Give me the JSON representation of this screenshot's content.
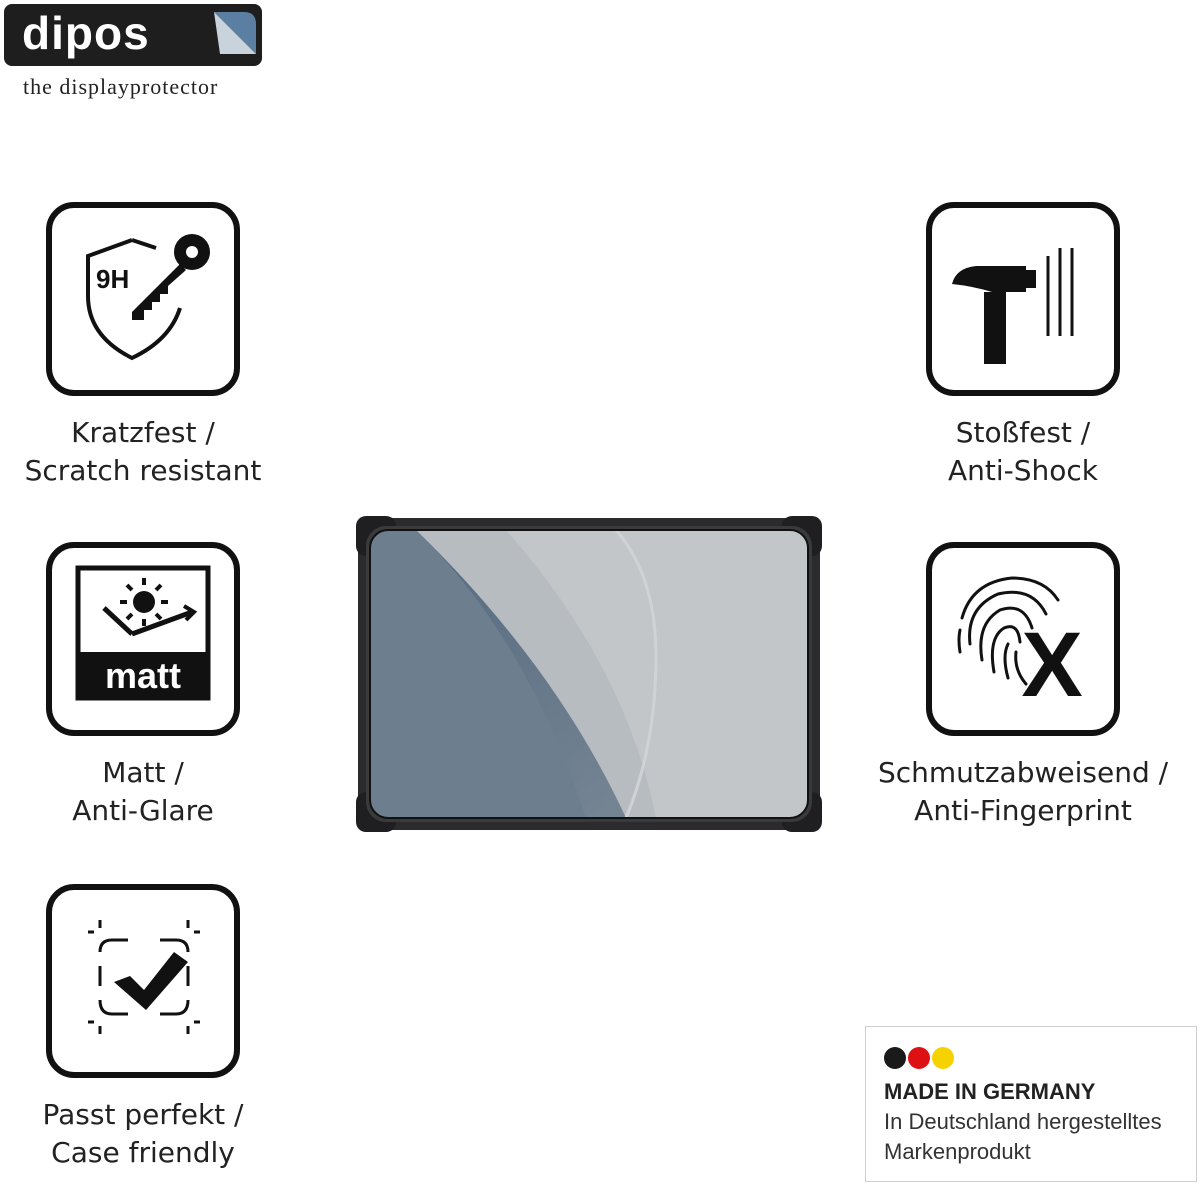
{
  "brand": {
    "name": "dipos",
    "tagline": "the displayprotector"
  },
  "features": {
    "scratch": {
      "icon": "shield-key-9h-icon",
      "badge": "9H",
      "line1": "Kratzfest /",
      "line2": "Scratch resistant"
    },
    "matt": {
      "icon": "sun-matt-icon",
      "badge": "matt",
      "line1": "Matt /",
      "line2": "Anti-Glare"
    },
    "case": {
      "icon": "checkmark-frame-icon",
      "line1": "Passt perfekt /",
      "line2": "Case friendly"
    },
    "shock": {
      "icon": "hammer-icon",
      "line1": "Stoßfest /",
      "line2": "Anti-Shock"
    },
    "fingerprint": {
      "icon": "fingerprint-x-icon",
      "badge": "X",
      "line1": "Schmutzabweisend /",
      "line2": "Anti-Fingerprint"
    }
  },
  "made_in_germany": {
    "title": "MADE IN GERMANY",
    "line1": "In Deutschland hergestelltes",
    "line2": "Markenprodukt",
    "flag_colors": [
      "#1a1a1a",
      "#dd1111",
      "#f5d200"
    ]
  },
  "colors": {
    "icon_stroke": "#111111",
    "text": "#222222",
    "logo_bg": "#1e1e1e",
    "logo_accent": "#5a7fa3"
  }
}
